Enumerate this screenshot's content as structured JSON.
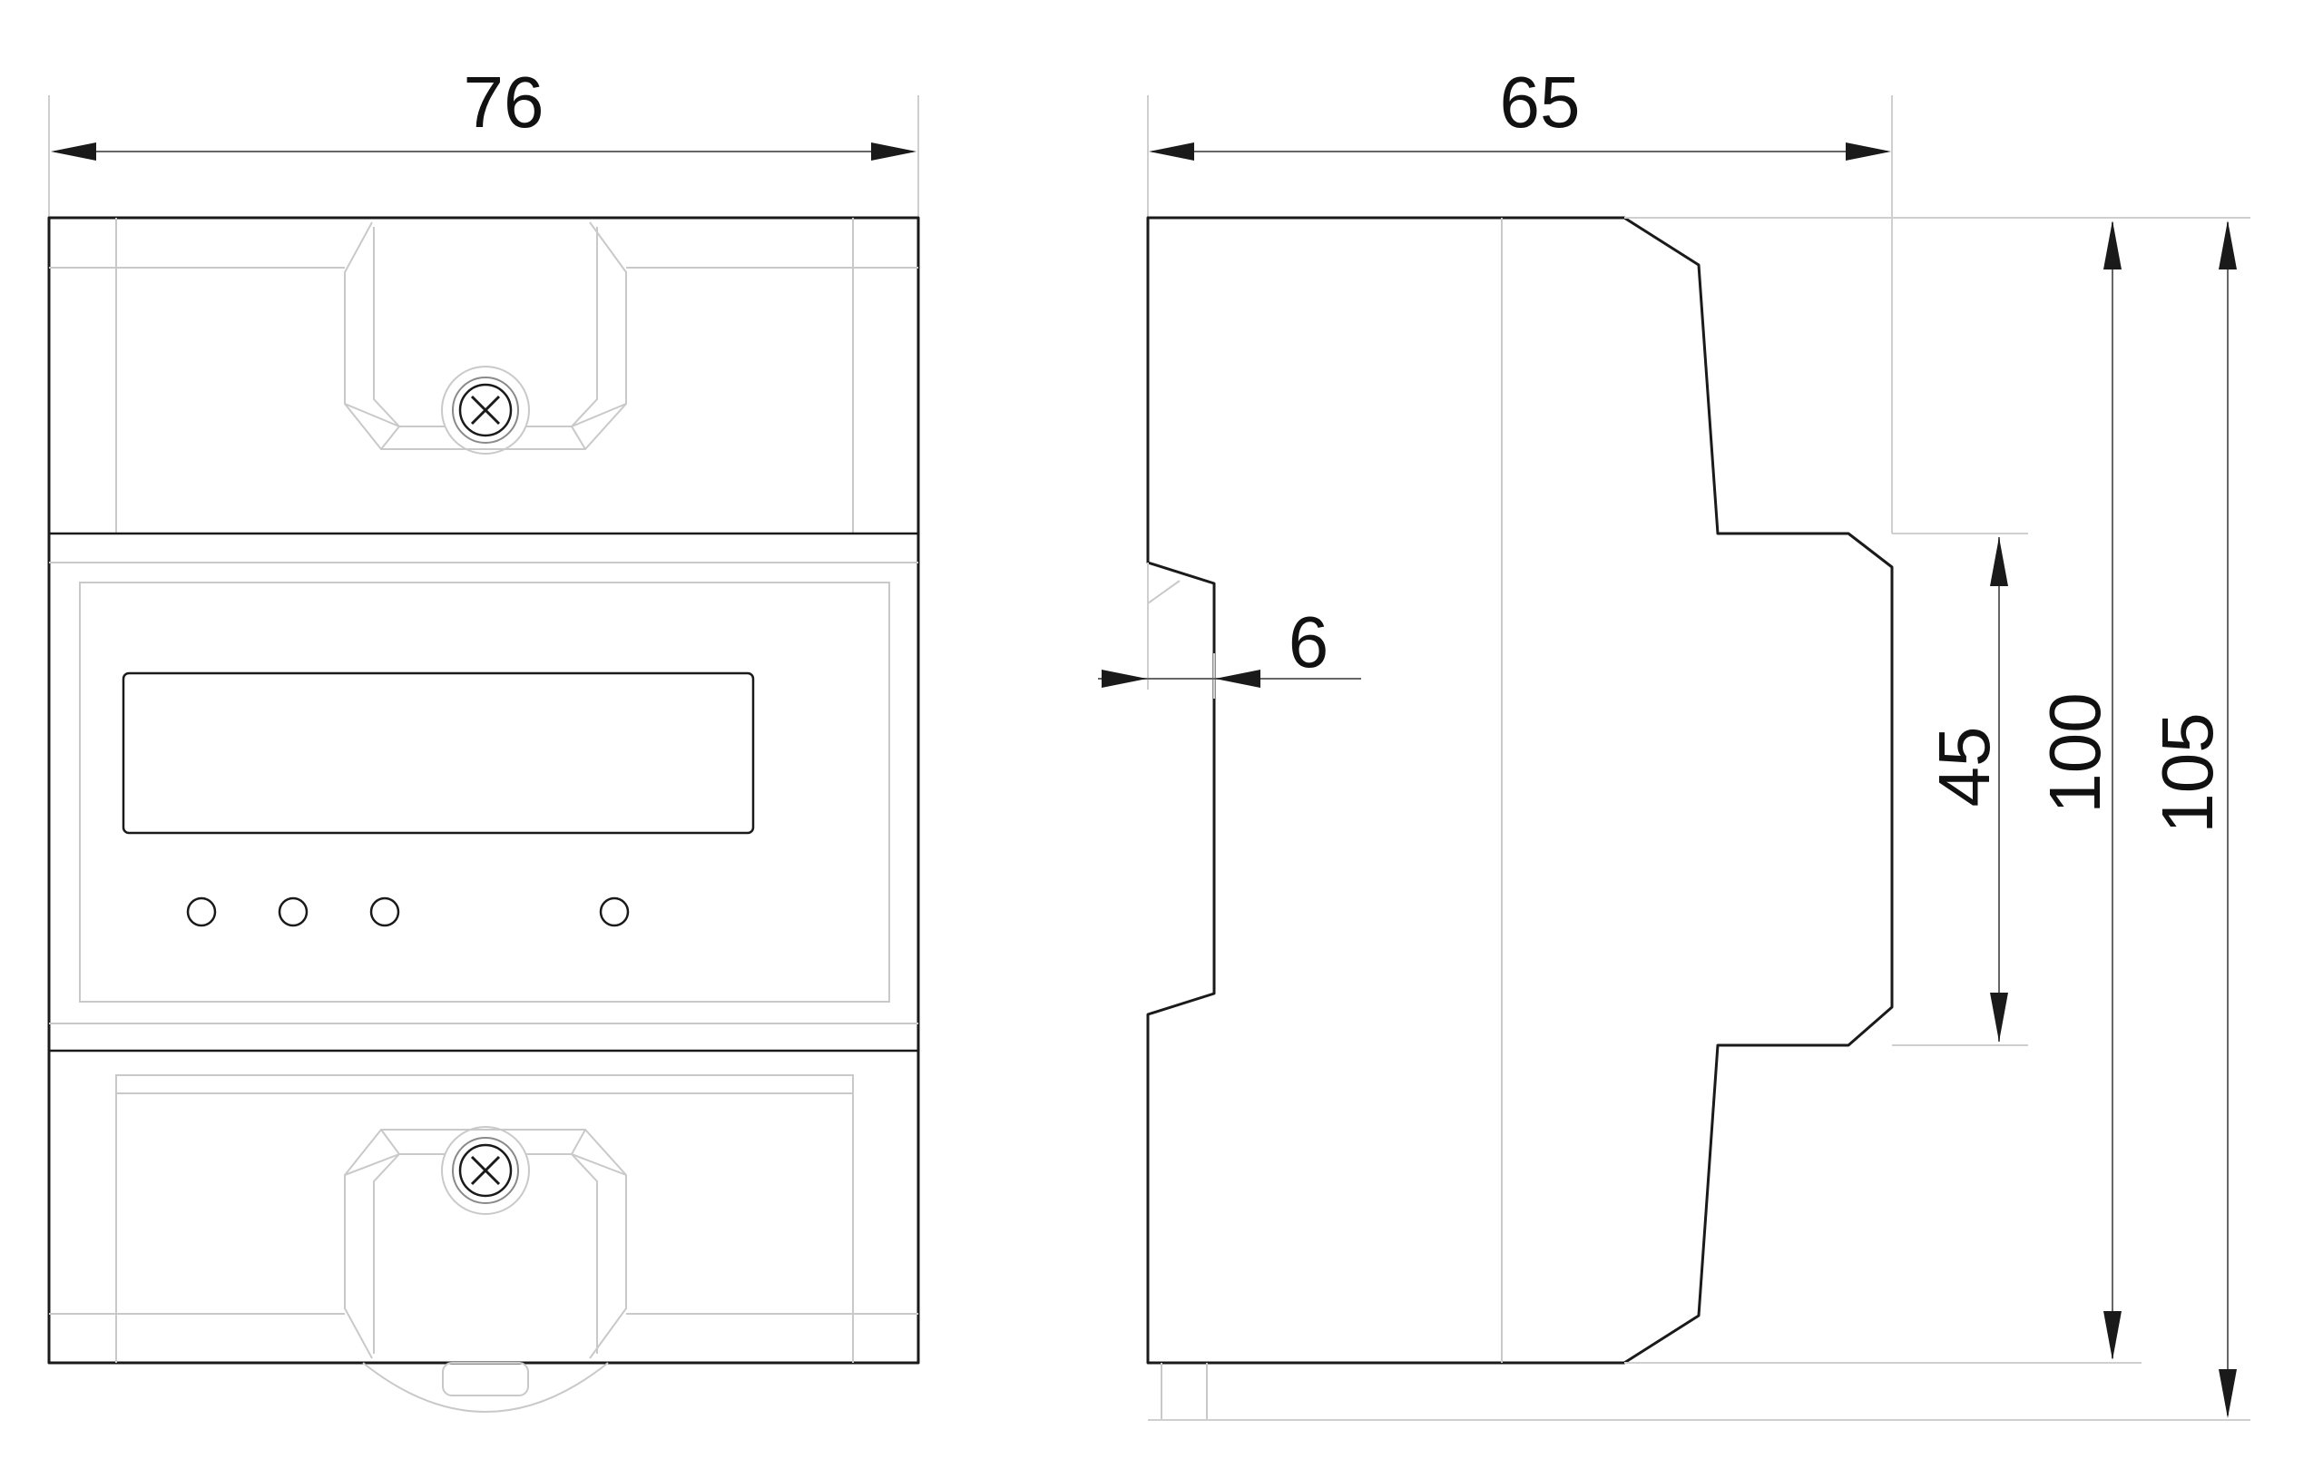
{
  "front_view": {
    "width_label": "76"
  },
  "side_view": {
    "depth_label": "65",
    "offset_label": "6",
    "rail_label": "45",
    "height_label": "100",
    "overall_height_label": "105"
  }
}
